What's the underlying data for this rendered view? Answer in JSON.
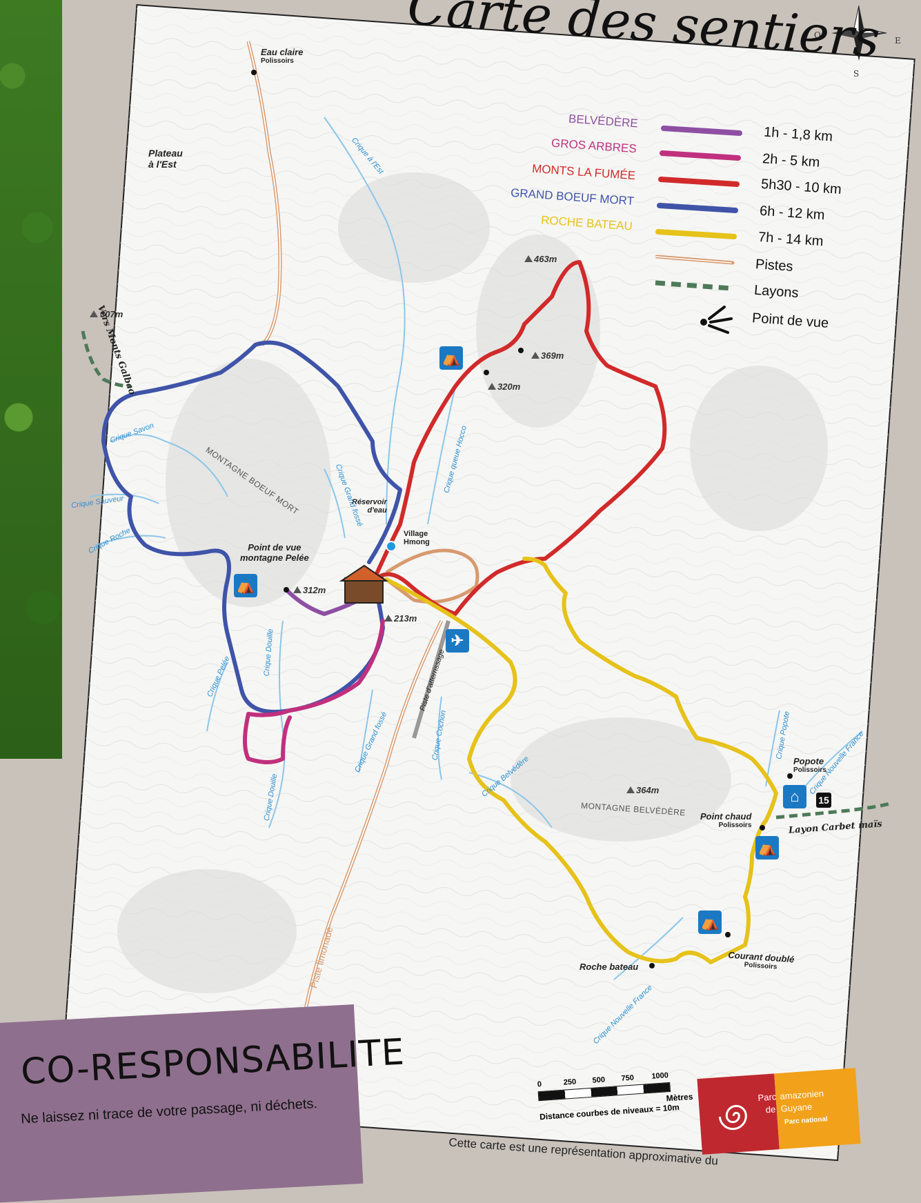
{
  "title": "Carte des sentiers",
  "compass": {
    "west": "O",
    "east": "E",
    "south": "S"
  },
  "legend": {
    "trails": [
      {
        "name": "BELVÉDÈRE",
        "duration": "1h - 1,8 km",
        "color": "#8e4fa3"
      },
      {
        "name": "GROS ARBRES",
        "duration": "2h - 5 km",
        "color": "#c0307e"
      },
      {
        "name": "MONTS LA FUMÉE",
        "duration": "5h30 - 10 km",
        "color": "#d12a2a"
      },
      {
        "name": "GRAND BOEUF MORT",
        "duration": "6h - 12 km",
        "color": "#3f54a8"
      },
      {
        "name": "ROCHE BATEAU",
        "duration": "7h - 14 km",
        "color": "#e6c21a"
      }
    ],
    "pistes": "Pistes",
    "layons": "Layons",
    "point_de_vue": "Point de vue"
  },
  "places": {
    "eau_claire": "Eau claire",
    "eau_claire_sub": "Polissoirs",
    "plateau": "Plateau",
    "plateau_sub": "à l'Est",
    "vers_monts": "Vers Monts Galbao",
    "point_de_vue_pelee_1": "Point de vue",
    "point_de_vue_pelee_2": "montagne Pelée",
    "reservoir": "Réservoir",
    "reservoir_sub": "d'eau",
    "village": "Village",
    "village_sub": "Hmong",
    "popote": "Popote",
    "popote_sub": "Polissoirs",
    "point_chaud": "Point chaud",
    "point_chaud_sub": "Polissoirs",
    "layon_carbet": "Layon Carbet maïs",
    "roche_bateau": "Roche bateau",
    "courant_double": "Courant doublé",
    "courant_double_sub": "Polissoirs",
    "piste_limonade": "Piste limonade",
    "piste_atterrissage": "Piste d'atterrissage",
    "shelter_number": "15"
  },
  "mountains": {
    "boeuf_mort": "MONTAGNE BOEUF MORT",
    "belvedere": "MONTAGNE BELVÉDÈRE"
  },
  "altitudes": [
    "307m",
    "463m",
    "369m",
    "320m",
    "312m",
    "213m",
    "364m"
  ],
  "rivers": {
    "crique_est": "Crique à l'Est",
    "savon": "Crique Savon",
    "sauveur": "Crique Sauveur",
    "roche": "Crique Roche",
    "grand_fosse": "Crique Grand fossé",
    "grand_fosse_2": "Crique Grand fossé",
    "queue_hocco": "Crique queue Hocco",
    "douille": "Crique Douille",
    "douille_2": "Crique Douille",
    "pelee": "Crique Pelée",
    "cochon": "Crique Cochon",
    "belvedere": "Crique Belvédère",
    "popote": "Crique Popote",
    "nouvelle_france": "Crique Nouvelle France",
    "nouvelle_france_2": "Crique Nouvelle France"
  },
  "scale": {
    "ticks": [
      "0",
      "250",
      "500",
      "750",
      "1000"
    ],
    "unit": "Mètres",
    "note": "Distance courbes de niveaux = 10m"
  },
  "logo": {
    "line1a": "Parc",
    "line1b": "amazonien",
    "line2a": "de",
    "line2b": "Guyane",
    "line3": "Parc national"
  },
  "banner": {
    "title": "CO-RESPONSABILITE",
    "text": "Ne laissez ni trace de votre passage, ni déchets."
  },
  "disclaimer": "Cette carte est une représentation approximative du"
}
